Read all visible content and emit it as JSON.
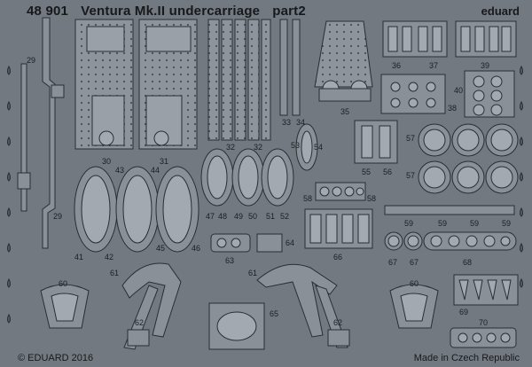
{
  "sheet": {
    "set_number": "48 901",
    "title": "Ventura Mk.II undercarriage",
    "part": "part2",
    "brand": "eduard",
    "copyright": "© EDUARD 2016",
    "origin": "Made in Czech Republic"
  },
  "labels": {
    "n29a": "29",
    "n29b": "29",
    "n30": "30",
    "n31": "31",
    "n32a": "32",
    "n32b": "32",
    "n33": "33",
    "n34": "34",
    "n35": "35",
    "n36": "36",
    "n37": "37",
    "n38": "38",
    "n39": "39",
    "n40": "40",
    "n41": "41",
    "n42": "42",
    "n43": "43",
    "n44": "44",
    "n45": "45",
    "n46": "46",
    "n47": "47",
    "n48": "48",
    "n49": "49",
    "n50": "50",
    "n51": "51",
    "n52": "52",
    "n53": "53",
    "n54": "54",
    "n55": "55",
    "n56": "56",
    "n57a": "57",
    "n57b": "57",
    "n58a": "58",
    "n58b": "58",
    "n59a": "59",
    "n59b": "59",
    "n59c": "59",
    "n59d": "59",
    "n60a": "60",
    "n60b": "60",
    "n61a": "61",
    "n61b": "61",
    "n62a": "62",
    "n62b": "62",
    "n63": "63",
    "n64": "64",
    "n65": "65",
    "n66": "66",
    "n67a": "67",
    "n67b": "67",
    "n68": "68",
    "n69": "69",
    "n70": "70"
  },
  "colors": {
    "sheet": "#737980",
    "metal": "#8a9097",
    "metal_light": "#a3a9b0",
    "outline": "#2a2e33",
    "text": "#17191b"
  }
}
